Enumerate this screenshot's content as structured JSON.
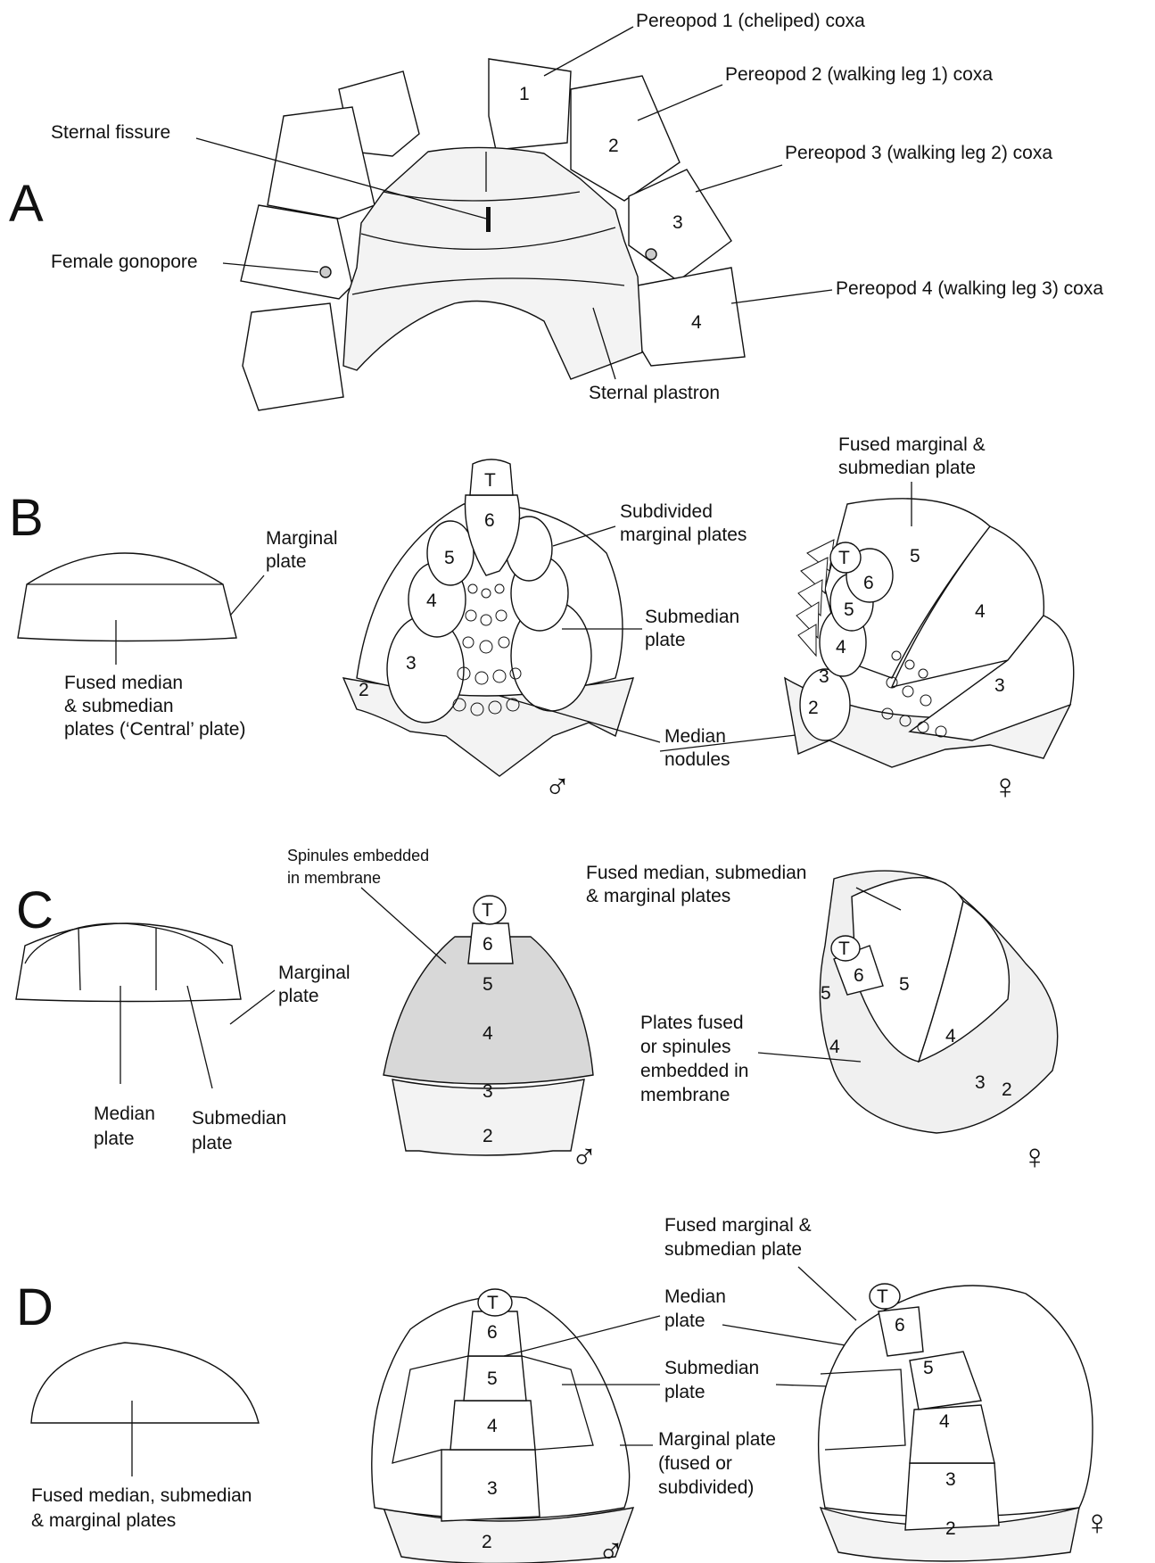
{
  "panels": {
    "A": {
      "letter": "A",
      "labels": {
        "coxa1": "Pereopod 1 (cheliped) coxa",
        "coxa2": "Pereopod 2 (walking leg 1) coxa",
        "coxa3": "Pereopod 3 (walking leg 2) coxa",
        "coxa4": "Pereopod 4 (walking leg 3) coxa",
        "fissure": "Sternal fissure",
        "gonopore": "Female gonopore",
        "plastron": "Sternal plastron"
      },
      "numbers": [
        "1",
        "2",
        "3",
        "4"
      ]
    },
    "B": {
      "letter": "B",
      "central_l1": "Fused median",
      "central_l2": "& submedian",
      "central_l3": "plates (‘Central’ plate)",
      "marginal_l1": "Marginal",
      "marginal_l2": "plate",
      "subdivided_l1": "Subdivided",
      "subdivided_l2": "marginal plates",
      "submedian_l1": "Submedian",
      "submedian_l2": "plate",
      "nodules_l1": "Median",
      "nodules_l2": "nodules",
      "fused_l1": "Fused marginal &",
      "fused_l2": "submedian plate",
      "male_nums": [
        "T",
        "6",
        "5",
        "4",
        "3",
        "2"
      ],
      "female_nums": [
        "T",
        "6",
        "5",
        "4",
        "3",
        "2",
        "5",
        "4",
        "3"
      ],
      "male_symbol": "♂",
      "female_symbol": "♀"
    },
    "C": {
      "letter": "C",
      "marginal_l1": "Marginal",
      "marginal_l2": "plate",
      "median_l1": "Median",
      "median_l2": "plate",
      "submedian_l1": "Submedian",
      "submedian_l2": "plate",
      "spinules_l1": "Spinules embedded",
      "spinules_l2": "in membrane",
      "fused_l1": "Fused median, submedian",
      "fused_l2": "& marginal plates",
      "plates_l1": "Plates fused",
      "plates_l2": "or spinules",
      "plates_l3": "embedded in",
      "plates_l4": "membrane",
      "male_nums": [
        "T",
        "6",
        "5",
        "4",
        "3",
        "2"
      ],
      "female_nums": [
        "T",
        "6",
        "5",
        "5",
        "4",
        "4",
        "3",
        "2"
      ],
      "male_symbol": "♂",
      "female_symbol": "♀"
    },
    "D": {
      "letter": "D",
      "fused_l1": "Fused median, submedian",
      "fused_l2": "& marginal plates",
      "fms_l1": "Fused marginal &",
      "fms_l2": "submedian plate",
      "median_l1": "Median",
      "median_l2": "plate",
      "submedian_l1": "Submedian",
      "submedian_l2": "plate",
      "marginal_l1": "Marginal plate",
      "marginal_l2": "(fused or",
      "marginal_l3": "subdivided)",
      "male_nums": [
        "T",
        "6",
        "5",
        "4",
        "3",
        "2"
      ],
      "female_nums": [
        "T",
        "6",
        "5",
        "4",
        "3",
        "2"
      ],
      "male_symbol": "♂",
      "female_symbol": "♀"
    }
  }
}
